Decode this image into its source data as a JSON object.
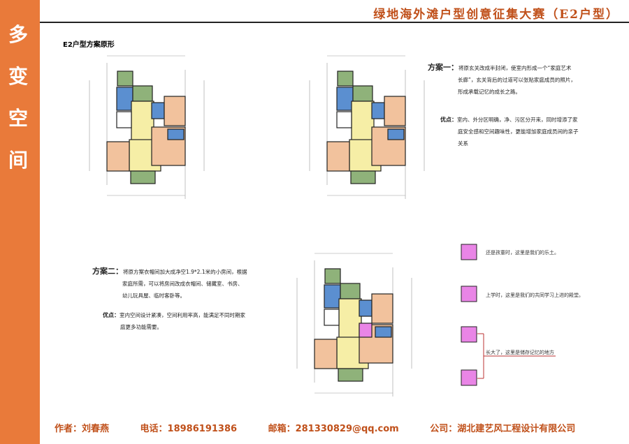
{
  "sidebar": {
    "chars": [
      "多",
      "变",
      "空",
      "间"
    ]
  },
  "header": {
    "title": "绿地海外滩户型创意征集大赛（E2户型）"
  },
  "section": {
    "subtitle": "E2户型方案原形"
  },
  "scheme1": {
    "label": "方案一：",
    "lines": [
      "将原玄关改成半封闭，使室内形成一个“家庭艺术",
      "长廊”，玄关背后的过道可以张贴家庭成员的照片，",
      "形成承载记忆的成长之路。"
    ],
    "adv_label": "优点：",
    "adv_lines": [
      "室内、外分区明确，净、污区分开来，同时增添了家",
      "庭安全感和空间趣味性，更能增加家庭成员间的亲子",
      "关系"
    ]
  },
  "scheme2": {
    "label": "方案二：",
    "lines": [
      "将原方案衣帽间加大成净空1.9*2.1米的小房间，根据",
      "家庭所需，可以将房间改成衣帽间、储藏室、书房、",
      "幼儿玩具屋、临时客卧等。"
    ],
    "adv_label": "优点：",
    "adv_lines": [
      "室内空间设计紧凑，空间利用率高，能满足不同时期家",
      "庭更多功能需要。"
    ]
  },
  "legend": [
    "还是孩童时，这里是我们的乐土。",
    "上学时，这里是我们的共同学习上进的殿堂。",
    "长大了，这里是储存记忆的地方"
  ],
  "footer": {
    "author": "作者：刘春燕",
    "phone": "电话：18986191386",
    "email": "邮箱：281330829@qq.com",
    "company": "公司：湖北建艺风工程设计有限公司"
  },
  "colors": {
    "orange": "#e97a3a",
    "green": "#8fb27a",
    "blue": "#5b8fd0",
    "yellow": "#f6eea6",
    "peach": "#f2c29d",
    "magenta": "#e985e6",
    "red": "#b33"
  }
}
